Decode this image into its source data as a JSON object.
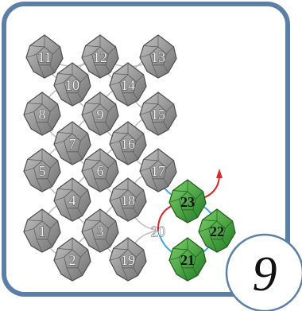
{
  "puzzle": {
    "tiles": [
      {
        "label": "11",
        "state": "locked"
      },
      {
        "label": "12",
        "state": "locked"
      },
      {
        "label": "13",
        "state": "locked"
      },
      {
        "label": "10",
        "state": "locked"
      },
      {
        "label": "14",
        "state": "locked"
      },
      {
        "label": "8",
        "state": "locked"
      },
      {
        "label": "9",
        "state": "locked"
      },
      {
        "label": "15",
        "state": "locked"
      },
      {
        "label": "7",
        "state": "locked"
      },
      {
        "label": "16",
        "state": "locked"
      },
      {
        "label": "5",
        "state": "locked"
      },
      {
        "label": "6",
        "state": "locked"
      },
      {
        "label": "17",
        "state": "locked"
      },
      {
        "label": "4",
        "state": "locked"
      },
      {
        "label": "18",
        "state": "locked"
      },
      {
        "label": "23",
        "state": "active"
      },
      {
        "label": "1",
        "state": "locked"
      },
      {
        "label": "3",
        "state": "locked"
      },
      {
        "label": "20",
        "state": "empty"
      },
      {
        "label": "22",
        "state": "active"
      },
      {
        "label": "2",
        "state": "locked"
      },
      {
        "label": "19",
        "state": "locked"
      },
      {
        "label": "21",
        "state": "active"
      }
    ],
    "level": "9",
    "colors": {
      "frame": "#5b7fa6",
      "gray_tile": "#9e9e9e",
      "green_tile": "#3fae3f",
      "connector_cyan": "#3fa9d8",
      "connector_red": "#d62a2a",
      "connector_gray": "#bdbdbd"
    }
  }
}
